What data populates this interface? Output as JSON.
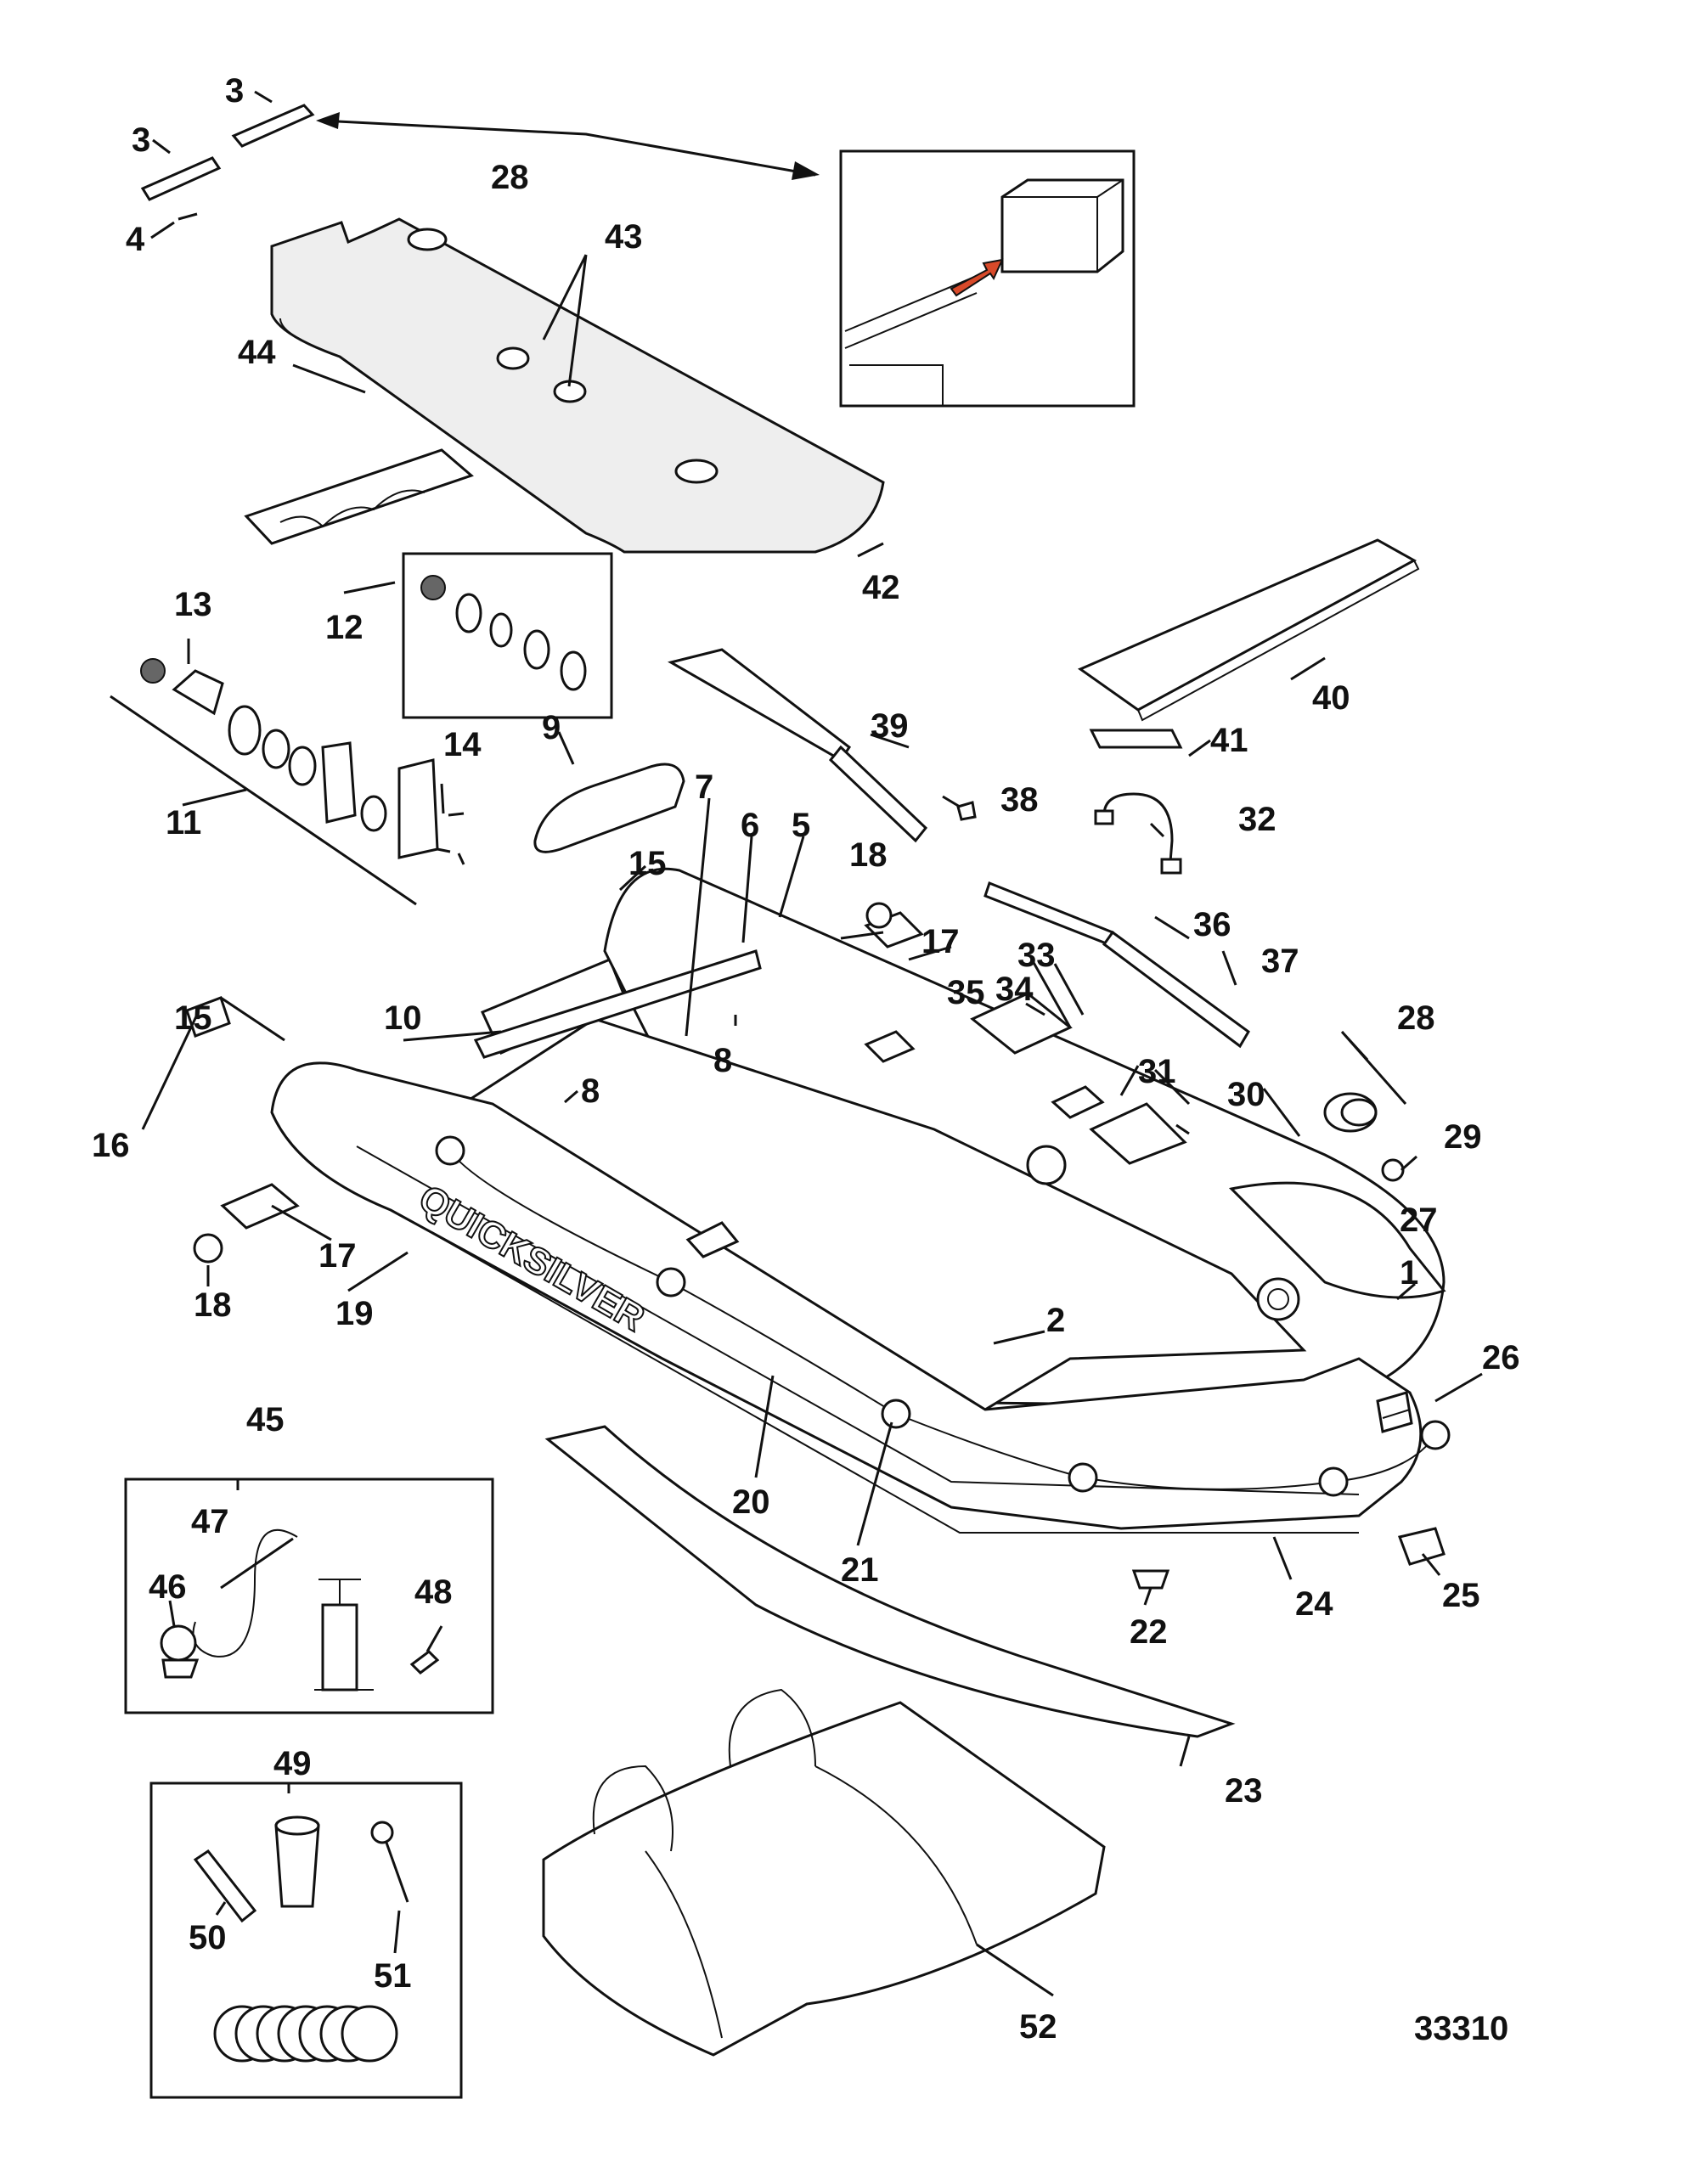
{
  "drawing_number": "33310",
  "brand_text": "QUICKSILVER",
  "callouts": [
    {
      "id": "c-1",
      "text": "1"
    },
    {
      "id": "c-2",
      "text": "2"
    },
    {
      "id": "c-3a",
      "text": "3"
    },
    {
      "id": "c-3b",
      "text": "3"
    },
    {
      "id": "c-4",
      "text": "4"
    },
    {
      "id": "c-5",
      "text": "5"
    },
    {
      "id": "c-6",
      "text": "6"
    },
    {
      "id": "c-7",
      "text": "7"
    },
    {
      "id": "c-8a",
      "text": "8"
    },
    {
      "id": "c-8b",
      "text": "8"
    },
    {
      "id": "c-9",
      "text": "9"
    },
    {
      "id": "c-10",
      "text": "10"
    },
    {
      "id": "c-11",
      "text": "11"
    },
    {
      "id": "c-12",
      "text": "12"
    },
    {
      "id": "c-13",
      "text": "13"
    },
    {
      "id": "c-14",
      "text": "14"
    },
    {
      "id": "c-15a",
      "text": "15"
    },
    {
      "id": "c-15b",
      "text": "15"
    },
    {
      "id": "c-16",
      "text": "16"
    },
    {
      "id": "c-17a",
      "text": "17"
    },
    {
      "id": "c-17b",
      "text": "17"
    },
    {
      "id": "c-18a",
      "text": "18"
    },
    {
      "id": "c-18b",
      "text": "18"
    },
    {
      "id": "c-19",
      "text": "19"
    },
    {
      "id": "c-20",
      "text": "20"
    },
    {
      "id": "c-21",
      "text": "21"
    },
    {
      "id": "c-22",
      "text": "22"
    },
    {
      "id": "c-23",
      "text": "23"
    },
    {
      "id": "c-24",
      "text": "24"
    },
    {
      "id": "c-25",
      "text": "25"
    },
    {
      "id": "c-26",
      "text": "26"
    },
    {
      "id": "c-27",
      "text": "27"
    },
    {
      "id": "c-28a",
      "text": "28"
    },
    {
      "id": "c-28b",
      "text": "28"
    },
    {
      "id": "c-29",
      "text": "29"
    },
    {
      "id": "c-30",
      "text": "30"
    },
    {
      "id": "c-31",
      "text": "31"
    },
    {
      "id": "c-32",
      "text": "32"
    },
    {
      "id": "c-33",
      "text": "33"
    },
    {
      "id": "c-34",
      "text": "34"
    },
    {
      "id": "c-35",
      "text": "35"
    },
    {
      "id": "c-36",
      "text": "36"
    },
    {
      "id": "c-37",
      "text": "37"
    },
    {
      "id": "c-38",
      "text": "38"
    },
    {
      "id": "c-39",
      "text": "39"
    },
    {
      "id": "c-40",
      "text": "40"
    },
    {
      "id": "c-41",
      "text": "41"
    },
    {
      "id": "c-42",
      "text": "42"
    },
    {
      "id": "c-43",
      "text": "43"
    },
    {
      "id": "c-44",
      "text": "44"
    },
    {
      "id": "c-45",
      "text": "45"
    },
    {
      "id": "c-46",
      "text": "46"
    },
    {
      "id": "c-47",
      "text": "47"
    },
    {
      "id": "c-48",
      "text": "48"
    },
    {
      "id": "c-49",
      "text": "49"
    },
    {
      "id": "c-50",
      "text": "50"
    },
    {
      "id": "c-51",
      "text": "51"
    },
    {
      "id": "c-52",
      "text": "52"
    }
  ]
}
